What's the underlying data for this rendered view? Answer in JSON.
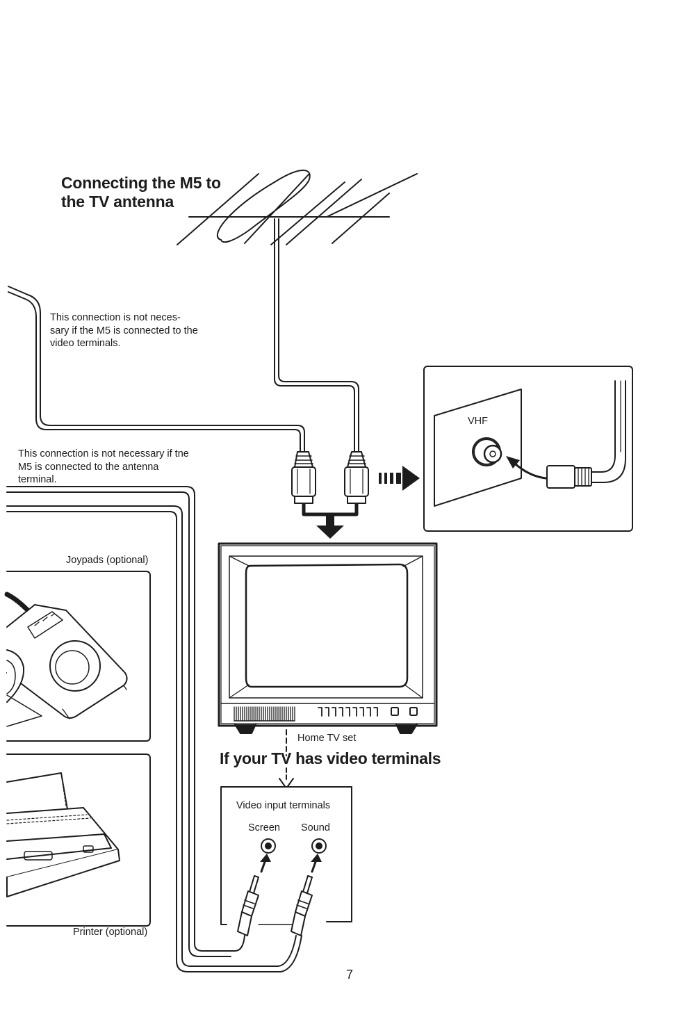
{
  "title_line1": "Connecting the M5 to",
  "title_line2": "the TV antenna",
  "note_video": "This connection is not neces-sary if the M5 is connected to the video terminals.",
  "note_antenna": "This connection is not necessary if tne M5 is connected to the antenna terminal.",
  "vhf_label": "VHF",
  "joypads_label": "Joypads (optional)",
  "printer_label": "Printer (optional)",
  "tv_label": "Home TV set",
  "video_heading": "If your TV has video terminals",
  "video_panel_title": "Video input terminals",
  "screen_label": "Screen",
  "sound_label": "Sound",
  "page_number": "7",
  "colors": {
    "ink": "#1c1c1c",
    "paper": "#ffffff"
  }
}
